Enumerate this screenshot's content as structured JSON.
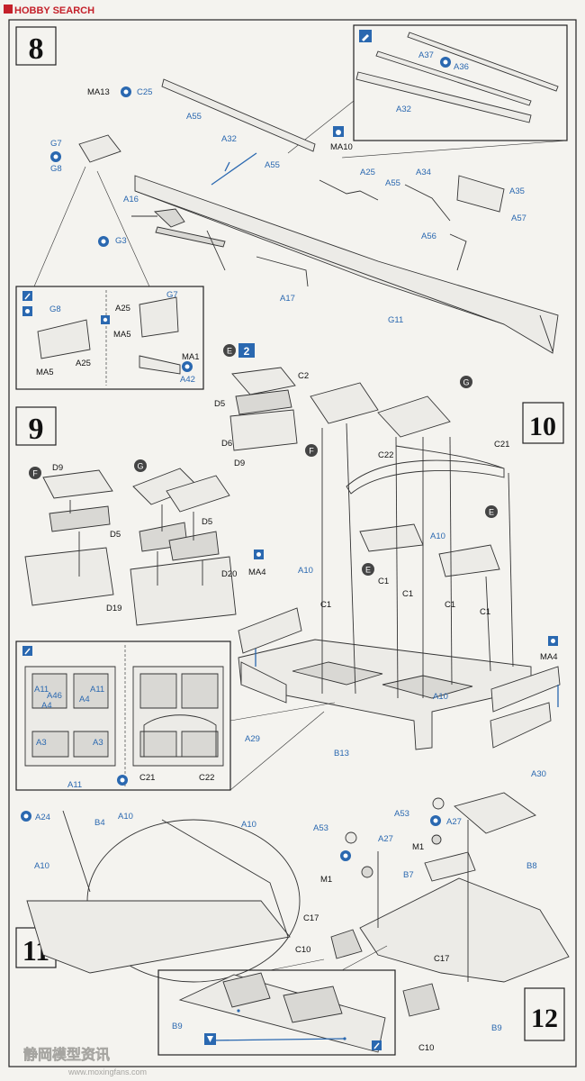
{
  "header": {
    "brand": "HOBBY SEARCH"
  },
  "steps": {
    "s8": "8",
    "s9": "9",
    "s10": "10",
    "s11": "11",
    "s12": "12"
  },
  "multiplier": "2",
  "variants": {
    "e": "E",
    "f": "F",
    "g": "G"
  },
  "step8": {
    "parts": [
      "MA13",
      "C25",
      "A55",
      "A32",
      "G7",
      "G8",
      "MA10",
      "A55",
      "A25",
      "A34",
      "A35",
      "A37",
      "A36",
      "A32",
      "A55",
      "A16",
      "G3",
      "A57",
      "A56",
      "A17",
      "G11"
    ],
    "inset_parts": [
      "G8",
      "G7",
      "A25",
      "MA5",
      "MA1",
      "A42",
      "MA5",
      "A25"
    ]
  },
  "step9": {
    "parts": [
      "C2",
      "D5",
      "D6",
      "D9",
      "D5",
      "D19",
      "D9",
      "D5",
      "D20"
    ]
  },
  "step10": {
    "parts": [
      "C21",
      "C22",
      "A10",
      "MA4",
      "A10",
      "C1",
      "C1",
      "C1",
      "C1",
      "C1",
      "A10",
      "A29",
      "B13",
      "MA4",
      "A30"
    ],
    "inset_parts": [
      "A11",
      "A46",
      "A4",
      "A11",
      "A3",
      "A3",
      "A4",
      "A11",
      "C21",
      "C22"
    ]
  },
  "step11": {
    "parts": [
      "A24",
      "A10",
      "B4",
      "A10",
      "A10"
    ]
  },
  "step12": {
    "parts": [
      "A53",
      "A27",
      "M1",
      "A53",
      "A27",
      "M1",
      "B8",
      "B7",
      "C17",
      "C10",
      "C17",
      "B9",
      "B9",
      "C10"
    ]
  },
  "watermark": {
    "chinese": "静岡模型资讯",
    "url": "www.moxingfans.com"
  },
  "colors": {
    "accent": "#2a68b0",
    "ink": "#222222",
    "paper": "#f4f3ef"
  },
  "icons": [
    "cement-icon",
    "optional-part-icon",
    "drill-icon",
    "brush-icon",
    "variant-badge"
  ]
}
